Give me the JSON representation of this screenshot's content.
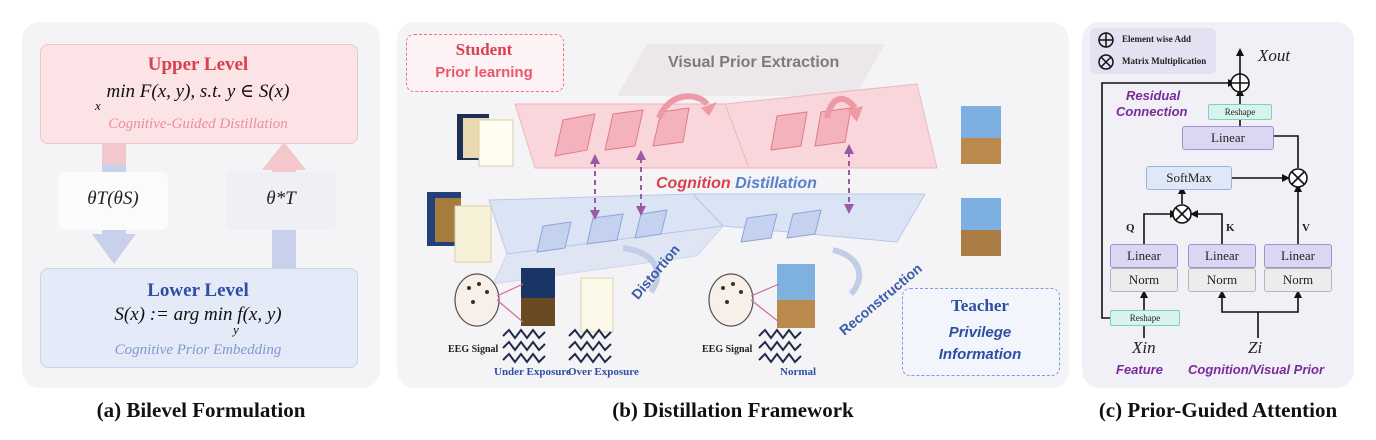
{
  "panel_a": {
    "upper": {
      "title": "Upper Level",
      "formula": "min F(x, y),  s.t. y ∈ S(x)",
      "min_sub": "x",
      "subtitle": "Cognitive-Guided Distillation"
    },
    "left_param": "θT(θS)",
    "right_param": "θ*T",
    "lower": {
      "title": "Lower Level",
      "formula": "S(x) := arg min f(x, y)",
      "min_sub": "y",
      "subtitle": "Cognitive Prior Embedding"
    },
    "caption": "(a) Bilevel Formulation"
  },
  "panel_b": {
    "student_title": "Student",
    "student_sub": "Prior learning",
    "visual_prior": "Visual Prior Extraction",
    "cognition": "Cognition",
    "distillation": "Distillation",
    "distortion": "Distortion",
    "reconstruction": "Reconstruction",
    "teacher_title": "Teacher",
    "teacher_sub1": "Privilege",
    "teacher_sub2": "Information",
    "eeg1": "EEG Signal",
    "eeg2": "EEG Signal",
    "under": "Under Exposure",
    "over": "Over Exposure",
    "normal": "Normal",
    "caption": "(b) Distillation Framework"
  },
  "panel_c": {
    "legend_add": "Element wise Add",
    "legend_mul": "Matrix Multiplication",
    "x_out": "Xout",
    "residual1": "Residual",
    "residual2": "Connection",
    "reshape_top": "Reshape",
    "linear_top": "Linear",
    "softmax": "SoftMax",
    "q": "Q",
    "k": "K",
    "v": "V",
    "linear": "Linear",
    "norm": "Norm",
    "reshape_bottom": "Reshape",
    "x_in": "Xin",
    "z_i": "Zi",
    "feature": "Feature",
    "cog_prior": "Cognition/Visual Prior",
    "caption": "(c) Prior-Guided Attention",
    "colors": {
      "purple": "#7a2a9a",
      "linear_fill": "#dcd6f2",
      "norm_fill": "#ececec",
      "reshape_fill": "#d8f2ee"
    }
  }
}
